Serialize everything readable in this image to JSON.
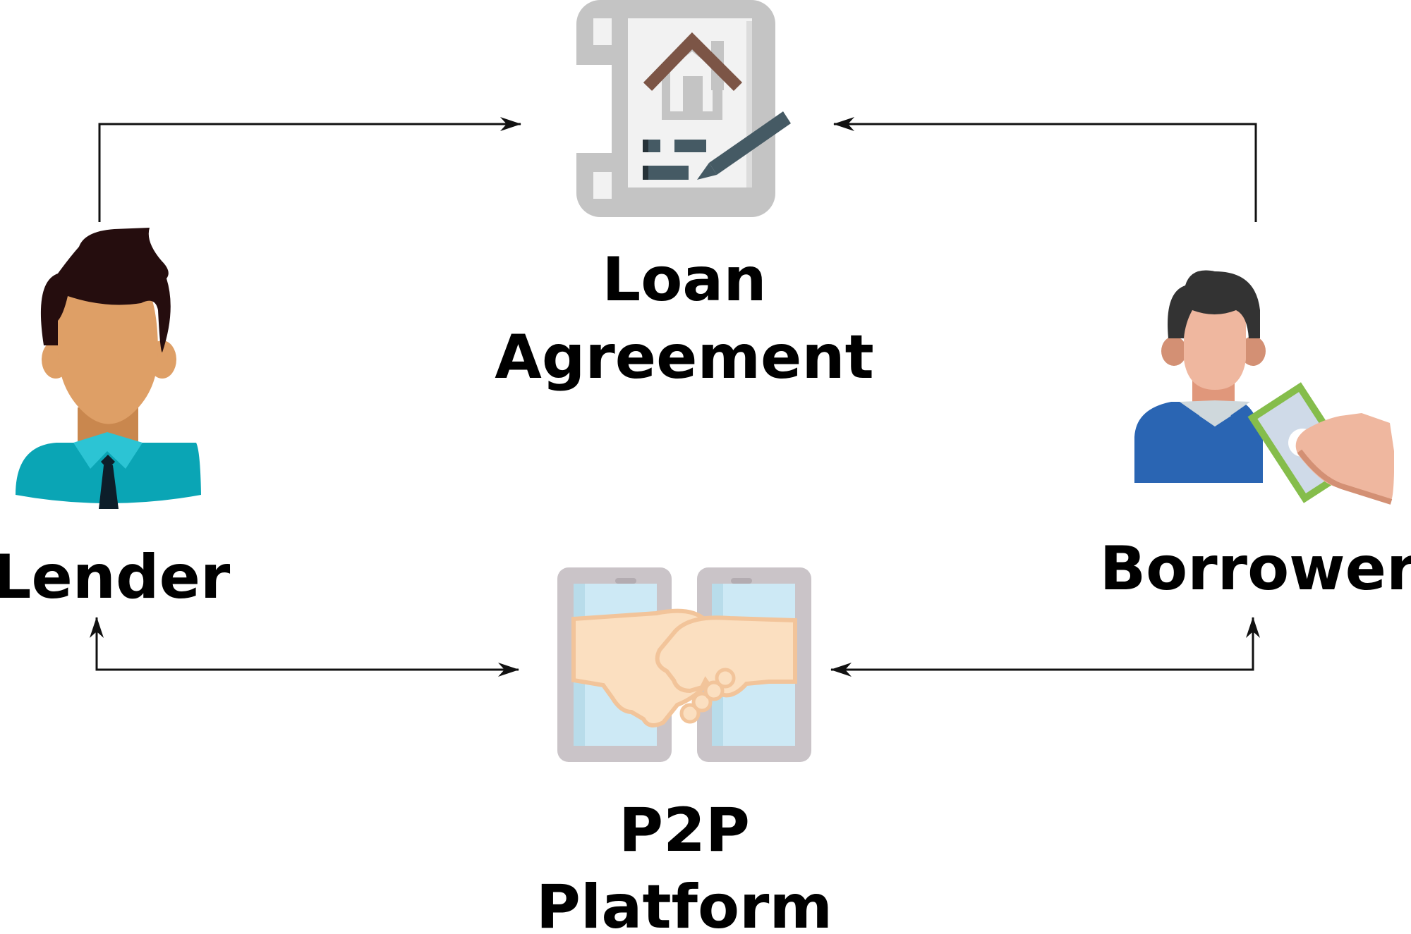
{
  "nodes": {
    "lender": {
      "label": "Lender",
      "icon": "lender-person-icon"
    },
    "borrower": {
      "label": "Borrower",
      "icon": "borrower-person-with-money-icon"
    },
    "loan_agreement": {
      "label_line1": "Loan",
      "label_line2": "Agreement",
      "icon": "loan-agreement-document-icon"
    },
    "p2p_platform": {
      "label_line1": "P2P",
      "label_line2": "Platform",
      "icon": "phones-handshake-icon"
    }
  },
  "edges": [
    {
      "from": "lender",
      "to": "loan_agreement",
      "arrowheads": "end"
    },
    {
      "from": "borrower",
      "to": "loan_agreement",
      "arrowheads": "end"
    },
    {
      "from": "lender",
      "to": "p2p_platform",
      "arrowheads": "both"
    },
    {
      "from": "borrower",
      "to": "p2p_platform",
      "arrowheads": "both"
    }
  ],
  "colors": {
    "text": "#000000",
    "connector": "#111111",
    "lender_shirt": "#0aa5b5",
    "lender_skin": "#de9f66",
    "lender_hair": "#250d0e",
    "borrower_shirt": "#2a65b3",
    "borrower_skin": "#efb79f",
    "borrower_hair": "#333333",
    "money_green": "#85bd4b",
    "document_gray": "#c4c4c4",
    "house_brown": "#7c5546",
    "phone_gray": "#cac4c8",
    "screen_blue": "#cde9f5",
    "hand_peach": "#fbdfc0"
  }
}
